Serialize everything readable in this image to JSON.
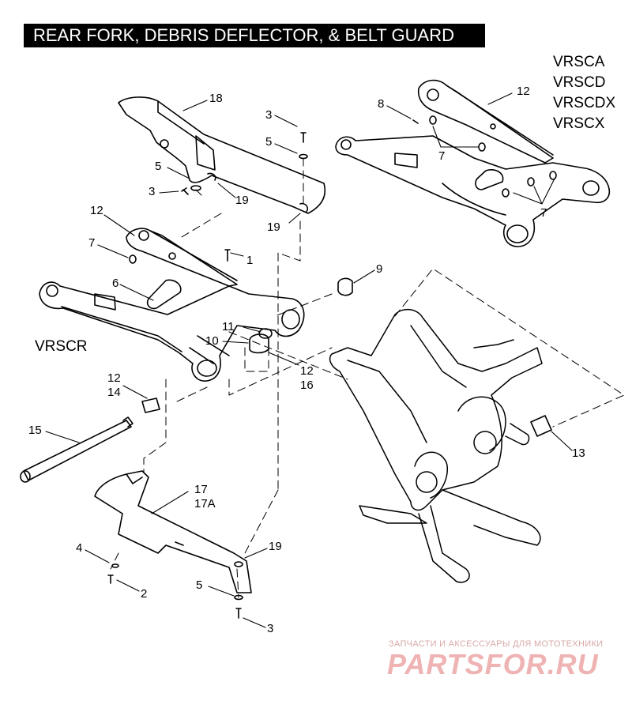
{
  "title": "REAR FORK, DEBRIS DEFLECTOR, & BELT GUARD",
  "variants_top": [
    "VRSCA",
    "VRSCD",
    "VRSCDX",
    "VRSCX"
  ],
  "variant_left": "VRSCR",
  "callouts": {
    "c18": "18",
    "c3a": "3",
    "c5a": "5",
    "c5b": "5",
    "c3b": "3",
    "c19a": "19",
    "c19b": "19",
    "c12a": "12",
    "c7a": "7",
    "c6": "6",
    "c1": "1",
    "c9": "9",
    "c11": "11",
    "c10": "10",
    "c12b": "12",
    "c16": "16",
    "c12c": "12",
    "c14": "14",
    "c15": "15",
    "c8": "8",
    "c12d": "12",
    "c7b": "7",
    "c7c": "7",
    "c13": "13",
    "c17": "17",
    "c17a": "17A",
    "c4": "4",
    "c2": "2",
    "c19c": "19",
    "c5c": "5",
    "c3c": "3"
  },
  "watermark": {
    "tagline": "ЗАПЧАСТИ И АКСЕССУАРЫ ДЛЯ МОТОТЕХНИКИ",
    "logo": "PARTSFOR.RU"
  }
}
